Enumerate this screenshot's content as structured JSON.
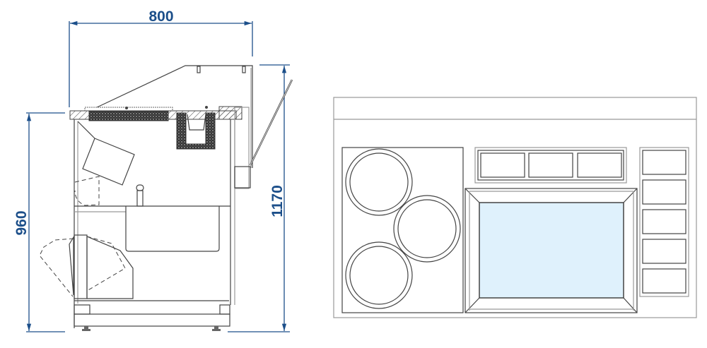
{
  "dimensions": {
    "width": "800",
    "counter_height": "960",
    "total_height": "1170"
  },
  "colors": {
    "dimension": "#1c4f8a",
    "glass": "#dff1fc",
    "line": "#444444"
  }
}
